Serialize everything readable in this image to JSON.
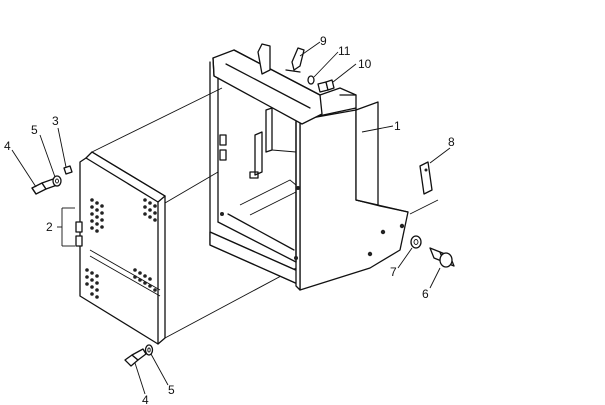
{
  "diagram": {
    "callouts": [
      {
        "id": "c1",
        "text": "1"
      },
      {
        "id": "c2",
        "text": "2"
      },
      {
        "id": "c3",
        "text": "3"
      },
      {
        "id": "c4a",
        "text": "4"
      },
      {
        "id": "c5a",
        "text": "5"
      },
      {
        "id": "c4b",
        "text": "4"
      },
      {
        "id": "c5b",
        "text": "5"
      },
      {
        "id": "c6",
        "text": "6"
      },
      {
        "id": "c7",
        "text": "7"
      },
      {
        "id": "c8",
        "text": "8"
      },
      {
        "id": "c9",
        "text": "9"
      },
      {
        "id": "c10",
        "text": "10"
      },
      {
        "id": "c11",
        "text": "11"
      }
    ]
  }
}
